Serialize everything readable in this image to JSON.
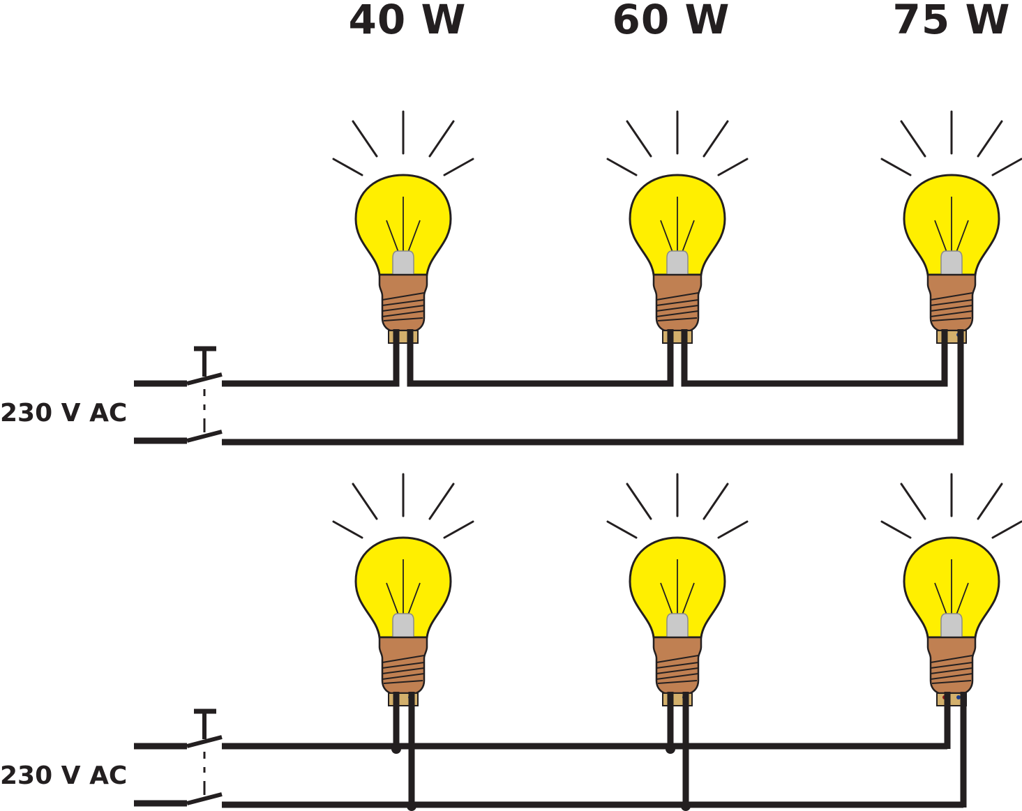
{
  "labels": {
    "bulb1": "40 W",
    "bulb2": "60 W",
    "bulb3": "75 W"
  },
  "circuits": [
    {
      "voltage": "230 V AC"
    },
    {
      "voltage": "230 V AC"
    }
  ],
  "colors": {
    "bulb_glass": "#ffef00",
    "bulb_outline": "#231f20",
    "socket": "#c08052",
    "filament_support": "#c9c9c9",
    "terminal_plate": "#d3b06c",
    "wire": "#231f20"
  }
}
